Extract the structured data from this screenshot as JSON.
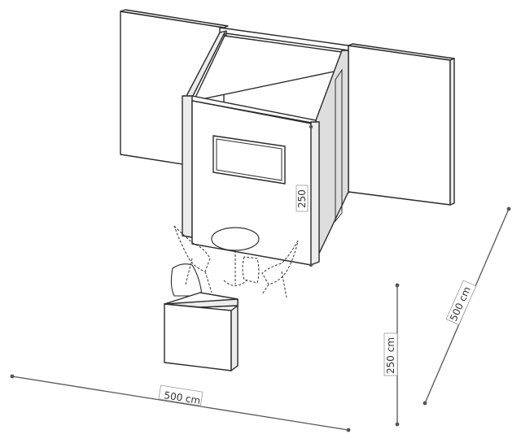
{
  "dimensions": {
    "wall_height_label": "250",
    "width_label": "500 cm",
    "height_label": "250 cm",
    "depth_label": "500 cm"
  },
  "colors": {
    "line": "#2a2a2a",
    "dimension": "#555555",
    "panel_shade": "#ececec"
  }
}
